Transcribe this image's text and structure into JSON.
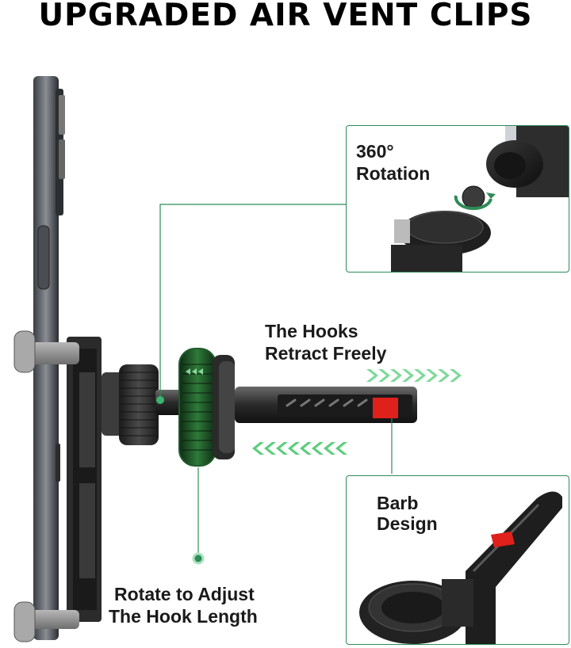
{
  "title": "UPGRADED AIR VENT CLIPS",
  "labels": {
    "rotation_line1": "360°",
    "rotation_line2": "Rotation",
    "hooks_line1": "The Hooks",
    "hooks_line2": "Retract Freely",
    "barb_line1": "Barb",
    "barb_line2": "Design",
    "rotate_line1": "Rotate to Adjust",
    "rotate_line2": "The Hook Length"
  },
  "colors": {
    "accent_green": "#2e8b57",
    "arrow_green": "#7ed99a",
    "barb_red": "#e0201b"
  },
  "icons": {
    "arrows_right": "chevron-right-icon",
    "arrows_left": "chevron-left-icon",
    "rotation": "rotate-arrows-icon"
  }
}
